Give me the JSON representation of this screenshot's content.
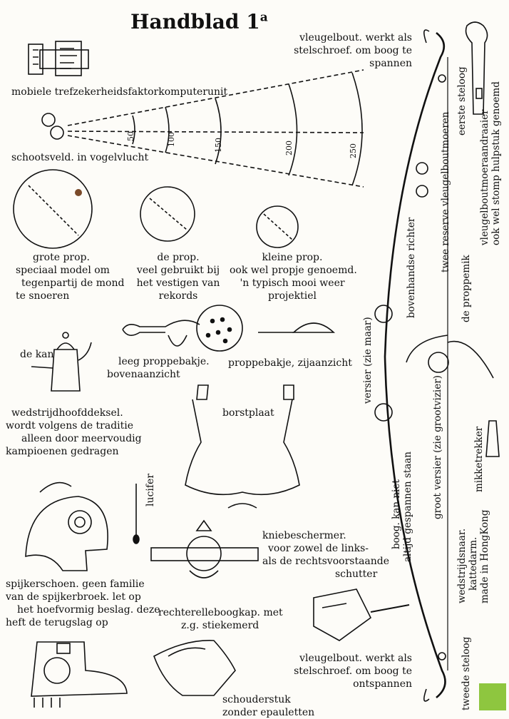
{
  "title": {
    "main": "Handblad 1",
    "sup": "a"
  },
  "labels": {
    "computer": "mobiele trefzekerheidsfaktorkomputerunit",
    "vleugelbout_top": [
      "vleugelbout. werkt als",
      "stelschroef. om boog te",
      "spannen"
    ],
    "schootsveld": "schootsveld. in vogelvlucht",
    "range_ticks": [
      "50",
      "100",
      "150",
      "200",
      "250"
    ],
    "grote_prop": [
      "grote prop.",
      "speciaal model om",
      "tegenpartij de mond",
      "te snoeren"
    ],
    "de_prop": [
      "de prop.",
      "veel gebruikt bij",
      "het vestigen van",
      "rekords"
    ],
    "kleine_prop": [
      "kleine prop.",
      "ook wel propje genoemd.",
      "'n typisch mooi weer",
      "projektiel"
    ],
    "de_kan": "de kan",
    "proppebakje_boven": [
      "leeg proppebakje.",
      "bovenaanzicht"
    ],
    "proppebakje_zij": "proppebakje, zijaanzicht",
    "borstplaat": "borstplaat",
    "wedstrijdhoofddeksel": [
      "wedstrijdhoofddeksel.",
      "wordt volgens de traditie",
      "alleen door meervoudig",
      "kampioenen gedragen"
    ],
    "lucifer": "lucifer",
    "kniebeschermer": [
      "kniebeschermer.",
      "voor zowel de links-",
      "als de rechtsvoorstaande",
      "schutter"
    ],
    "spijkerschoen": [
      "spijkerschoen. geen familie",
      "van de spijkerbroek. let op",
      "het hoefvormig beslag. deze",
      "heft de terugslag op"
    ],
    "rechterelleboogkap": [
      "rechterelleboogkap. met",
      "z.g. stiekemerd"
    ],
    "vleugelbout_bottom": [
      "vleugelbout. werkt als",
      "stelschroef. om boog te",
      "ontspannen"
    ],
    "schouderstuk": [
      "schouderstuk",
      "zonder epauletten"
    ],
    "eerste_steloog": "eerste steloog",
    "twee_reserve": "twee reserve vleugelboutmoeren",
    "bovenhandse_richter": "bovenhandse richter",
    "de_proppemik": "de proppemik",
    "versier": "versier (zie maar)",
    "vleugelboutmoeraandraaier": [
      "vleugelboutmoeraandraaier",
      "ook wel stomp hulpstuk genoemd"
    ],
    "boog_kan_niet": [
      "boog. kan niet",
      "altijd gespannen staan"
    ],
    "groot_versier": "groot versier (zie grootvizier)",
    "mikketrekker": "mikketrekker",
    "wedstrijdsnaar": [
      "wedstrijdsnaar.",
      "kattedarm.",
      "made in HongKong"
    ],
    "tweede_steloog": "tweede steloog"
  },
  "colors": {
    "ink": "#111111",
    "paper": "#fdfcf8",
    "logo": "#8ec63f",
    "prop_dot": "#7a4a2a"
  }
}
